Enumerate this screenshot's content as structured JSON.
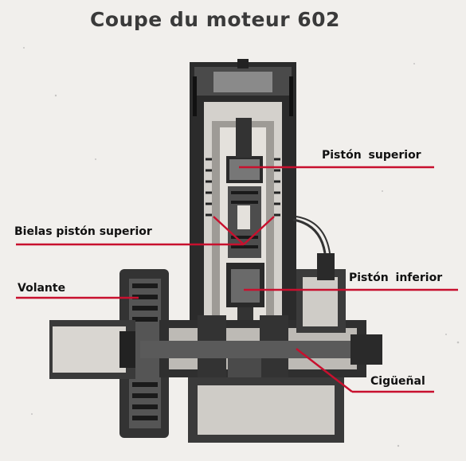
{
  "title": "Coupe du moteur 602",
  "labels": {
    "piston_superior": "Pistón  superior",
    "bielas": "Bielas pistón superior",
    "piston_inferior": "Pistón  inferior",
    "volante": "Volante",
    "ciguenal": "Cigüeñal"
  },
  "colors": {
    "leader_line": "#c8102e",
    "drawing": "#262626",
    "paper": "#f1efec"
  }
}
